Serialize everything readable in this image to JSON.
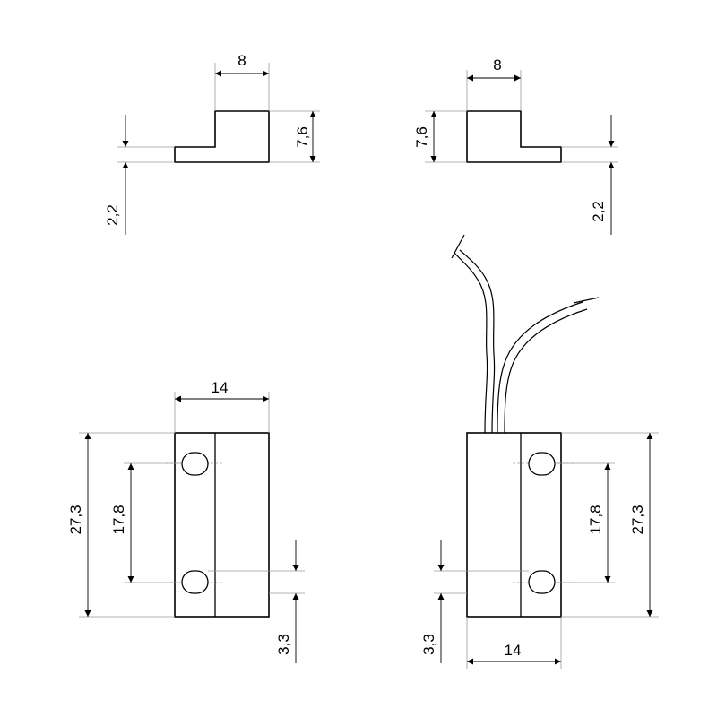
{
  "dimensions": {
    "top_left_width": "8",
    "top_left_height": "7,6",
    "top_left_flange": "2,2",
    "top_right_width": "8",
    "top_right_height": "7,6",
    "top_right_flange": "2,2",
    "bottom_left_width": "14",
    "bottom_left_length": "27,3",
    "bottom_left_hole_spacing": "17,8",
    "bottom_left_hole_offset": "3,3",
    "bottom_right_width": "14",
    "bottom_right_length": "27,3",
    "bottom_right_hole_spacing": "17,8",
    "bottom_right_hole_offset": "3,3"
  }
}
